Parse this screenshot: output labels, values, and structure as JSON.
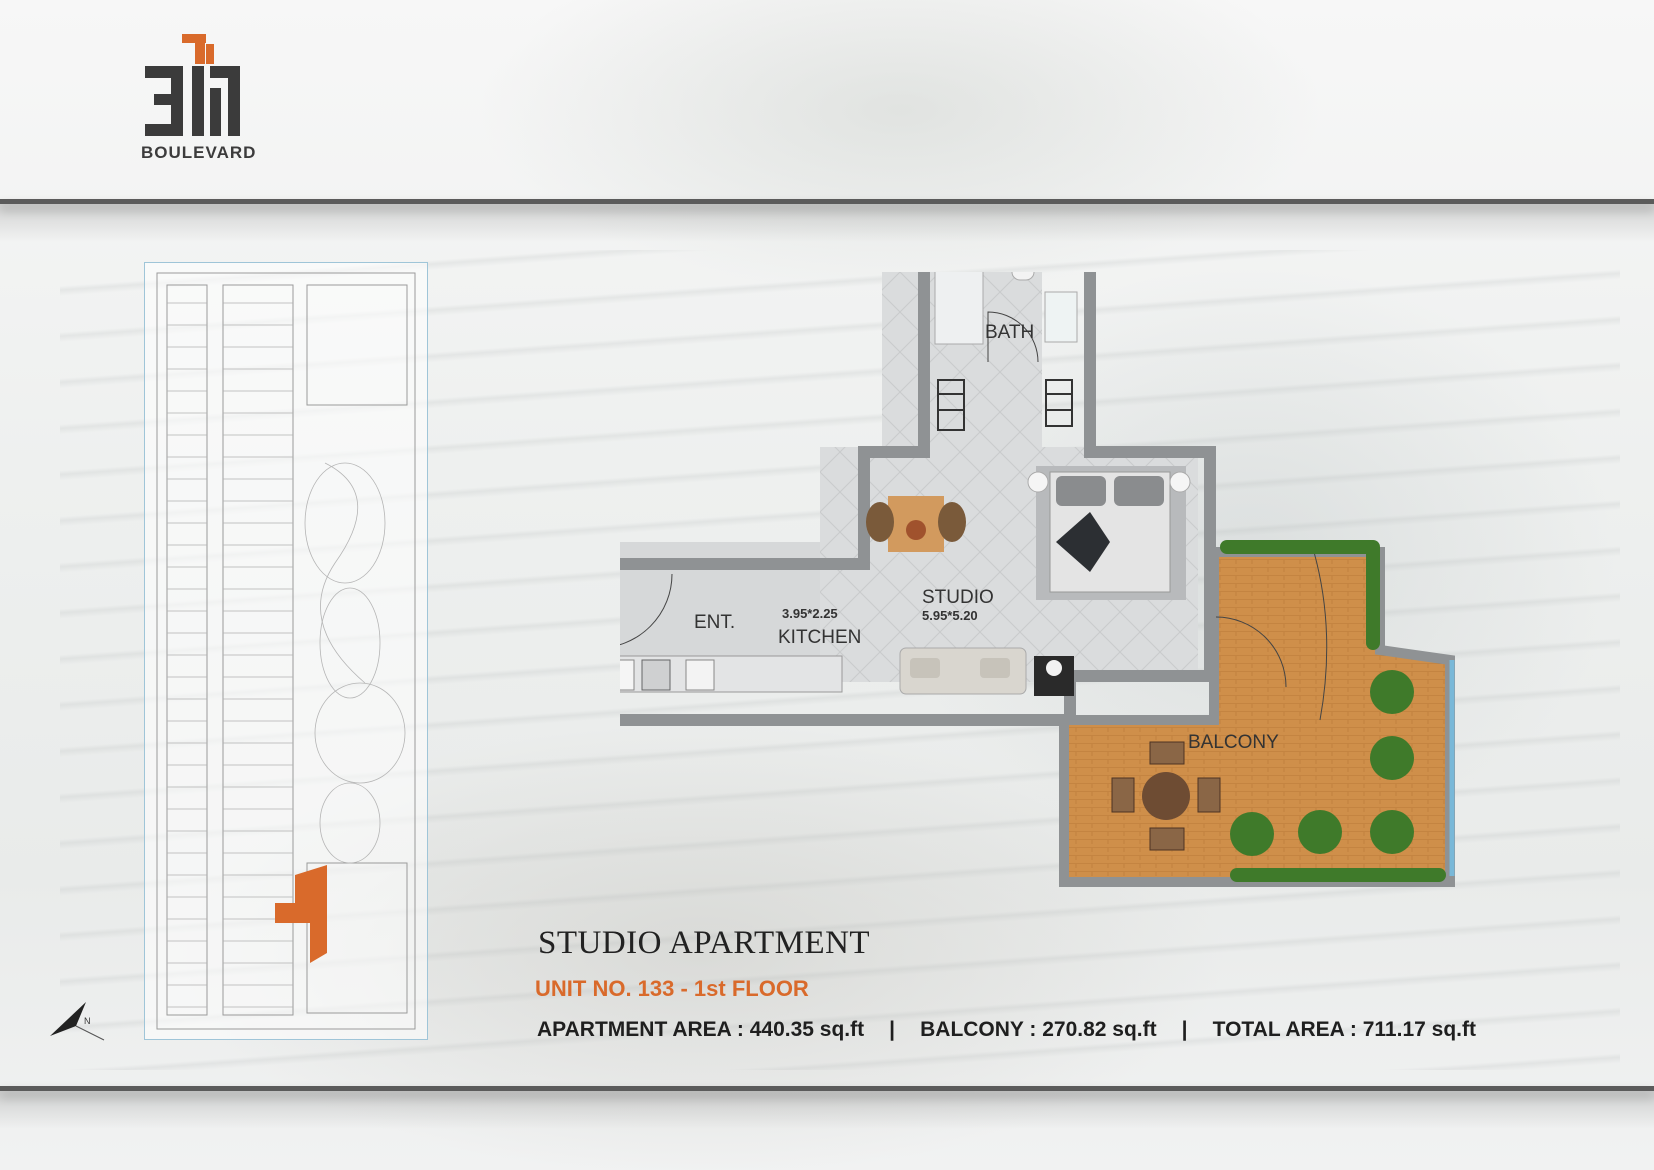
{
  "brand": {
    "wordmark": "BOULEVARD",
    "accent_color": "#d96a2b",
    "dark_color": "#3c3c3c"
  },
  "floorplan": {
    "rooms": {
      "bath": "BATH",
      "entrance": "ENT.",
      "kitchen": "KITCHEN",
      "kitchen_dims": "3.95*2.25",
      "studio": "STUDIO",
      "studio_dims": "5.95*5.20",
      "balcony": "BALCONY"
    }
  },
  "listing": {
    "title": "STUDIO APARTMENT",
    "unit": "UNIT NO.  133 - 1st FLOOR",
    "apartment_area": "APARTMENT AREA : 440.35 sq.ft",
    "balcony_area": "BALCONY : 270.82 sq.ft",
    "total_area": "TOTAL AREA : 711.17 sq.ft",
    "separator": "|"
  },
  "icons": {
    "logo": "311-logo",
    "north": "north-arrow-icon"
  }
}
